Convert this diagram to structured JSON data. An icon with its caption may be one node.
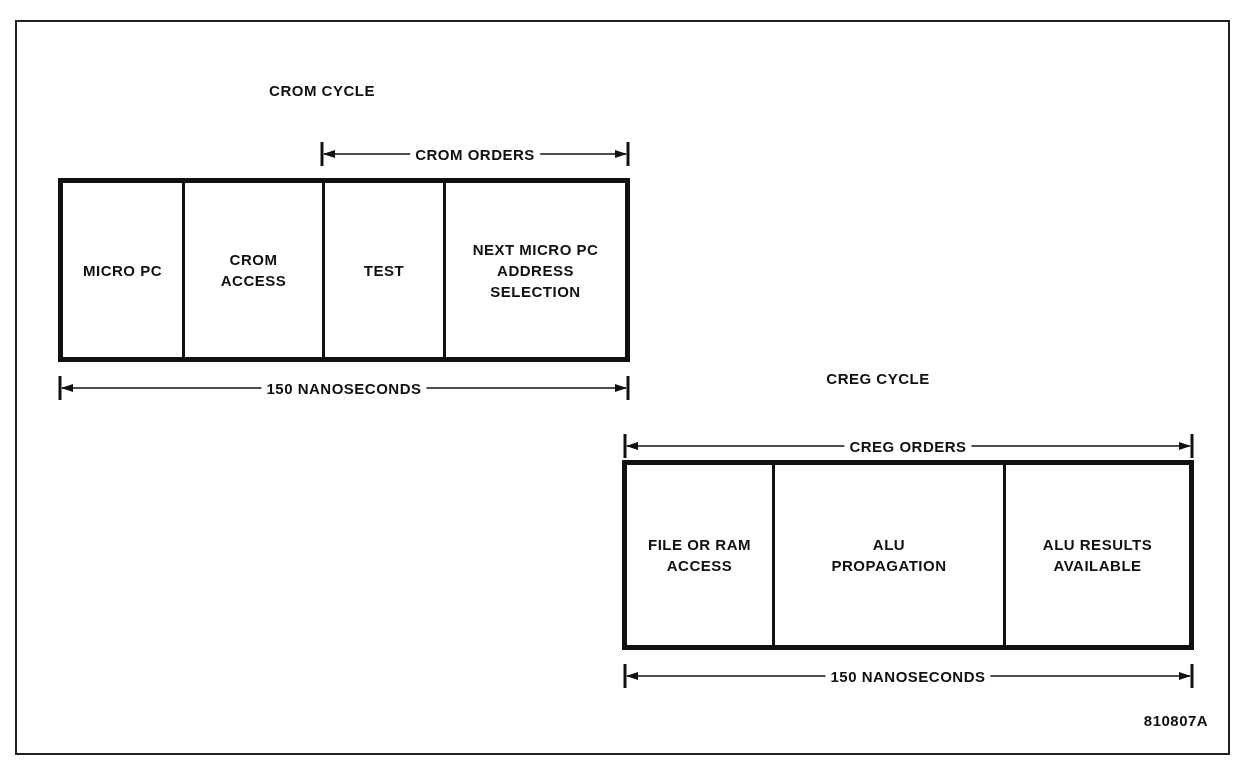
{
  "diagram": {
    "nodes": [
      {
        "text": [
          "MICRO PC"
        ]
      },
      {
        "text": [
          "CROM ACCESS"
        ]
      },
      {
        "text": [
          "TEST"
        ]
      },
      {
        "text": [
          "NEXT MICRO PC ADDRESS SELECTION"
        ]
      },
      {
        "text": [
          "FILE OR RAM ACCESS"
        ]
      },
      {
        "text": [
          "ALU PROPAGATION"
        ]
      },
      {
        "text": [
          "ALU RESULTS AVAILABLE"
        ]
      }
    ],
    "labels": [
      "CROM CYCLE",
      "CROM ORDERS",
      "150 NANOSECONDS",
      "CREG CYCLE",
      "CREG ORDERS",
      "150 NANOSECONDS",
      "810807A"
    ]
  }
}
